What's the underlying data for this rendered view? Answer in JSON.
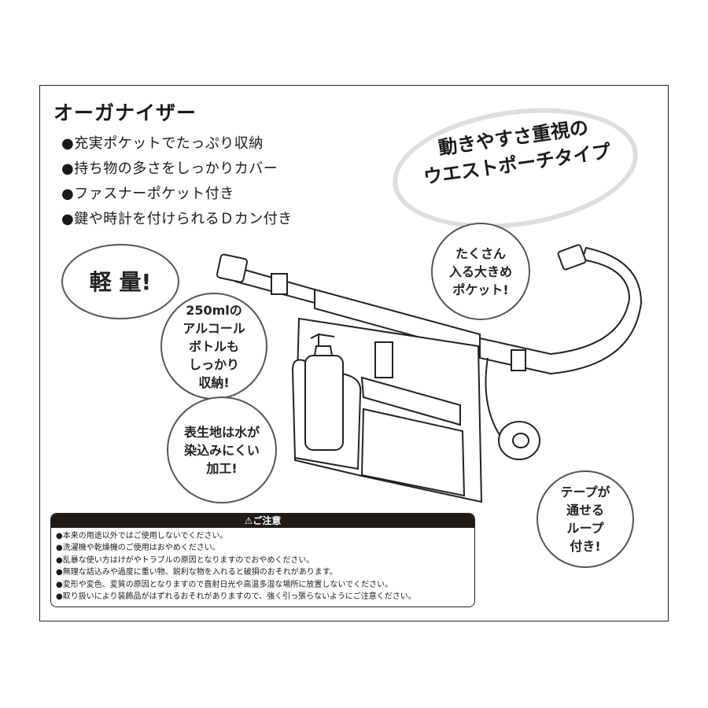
{
  "title": "オーガナイザー",
  "features": [
    "●充実ポケットでたっぷり収納",
    "●持ち物の多さをしっかりカバー",
    "●ファスナーポケット付き",
    "●鍵や時計を付けられるＤカン付き"
  ],
  "headline": {
    "line1": "動きやすさ重視の",
    "line2": "ウエストポーチタイプ"
  },
  "bubbles": {
    "light": "軽 量!",
    "bottle": {
      "l1": "250mlの",
      "l2": "アルコール",
      "l3": "ボトルも",
      "l4": "しっかり",
      "l5": "収納!"
    },
    "water": {
      "l1": "表生地は水が",
      "l2": "染込みにくい",
      "l3": "加工!"
    },
    "pocket": {
      "l1": "たくさん",
      "l2": "入る大きめ",
      "l3": "ポケット!"
    },
    "tape": {
      "l1": "テープが",
      "l2": "通せる",
      "l3": "ループ",
      "l4": "付き!"
    }
  },
  "caution": {
    "header": "⚠ご注意",
    "items": [
      "●本来の用途以外ではご使用しないでください。",
      "●洗濯機や乾燥機のご使用はおやめください。",
      "●乱暴な使い方はけがやトラブルの原因となりますのでおやめください。",
      "●無理な詰込みや過度に重い物、鋭利な物を入れると破損のおそれがあります。",
      "●変形や変色、変質の原因となりますので直射日光や高温多湿な場所に放置しないでください。",
      "●取り扱いにより装飾品がはずれるおそれがありますので、強く引っ張らないようにご注意ください。"
    ]
  }
}
